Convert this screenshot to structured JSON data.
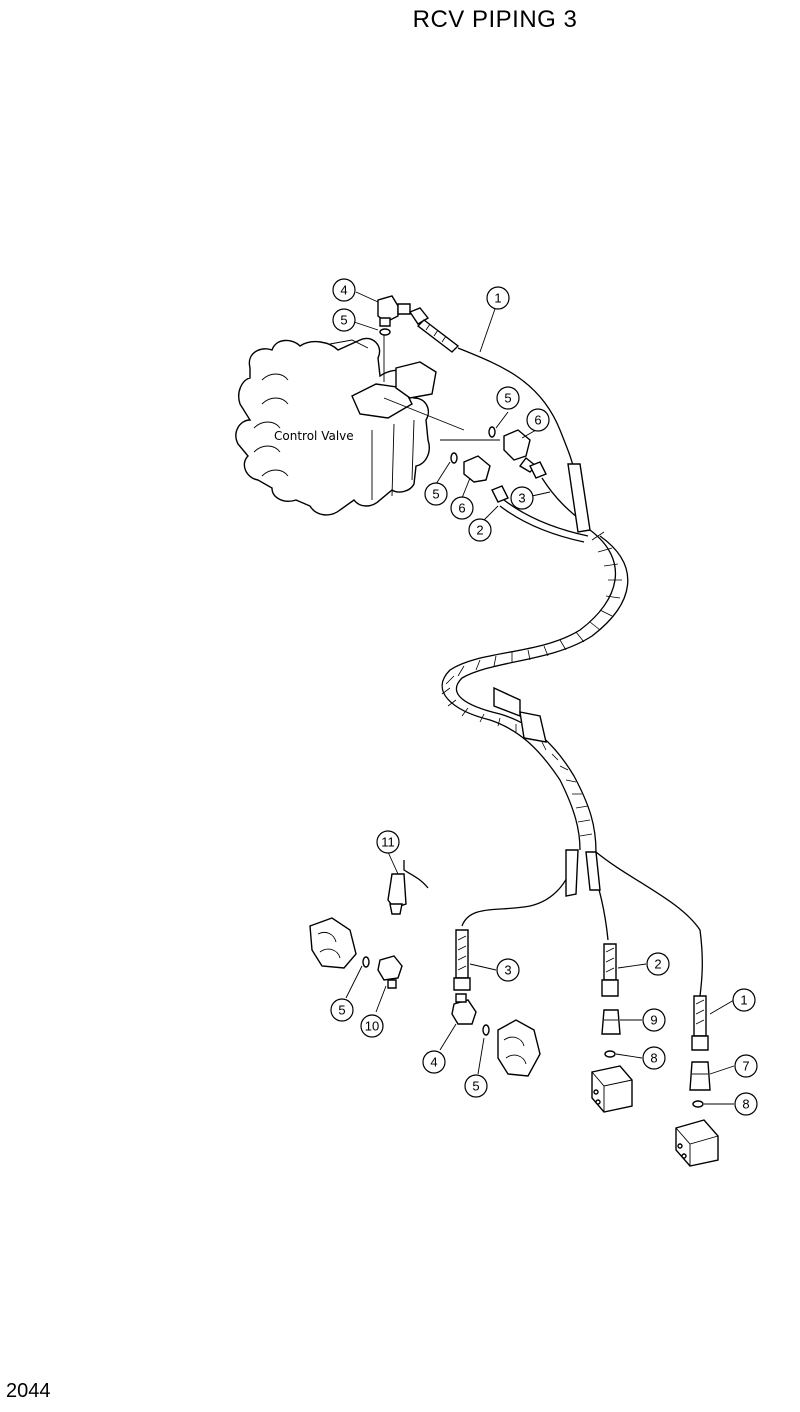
{
  "header": {
    "title": "RCV PIPING 3"
  },
  "footer": {
    "page_number": "2044"
  },
  "diagram": {
    "component_label": "Control Valve",
    "callouts": [
      "1",
      "2",
      "3",
      "4",
      "5",
      "6",
      "7",
      "8",
      "9",
      "10",
      "11"
    ]
  }
}
